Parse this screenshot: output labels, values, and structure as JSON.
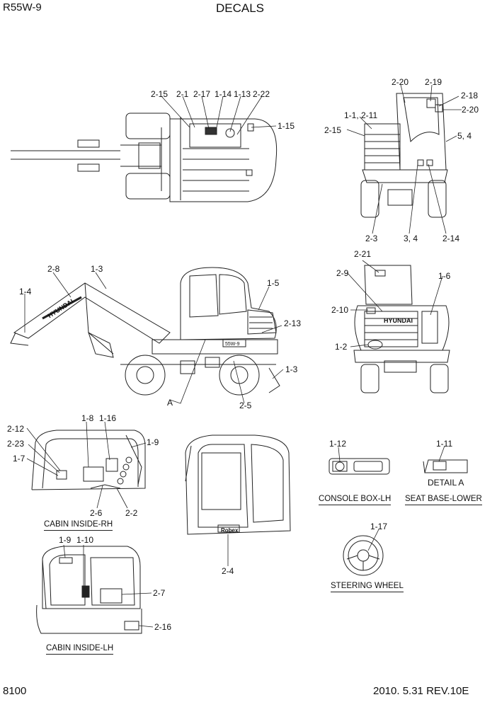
{
  "header": {
    "model": "R55W-9",
    "title": "DECALS"
  },
  "footer": {
    "page": "8100",
    "date_rev": "2010. 5.31  REV.10E"
  },
  "views": {
    "top": {
      "callouts": [
        "2-15",
        "2-1",
        "2-17",
        "1-14",
        "1-13",
        "2-22",
        "1-15"
      ]
    },
    "rear": {
      "callouts": [
        "2-20",
        "2-19",
        "2-18",
        "2-20",
        "1-1, 2-11",
        "2-15",
        "5, 4",
        "2-3",
        "3, 4",
        "2-14"
      ]
    },
    "side": {
      "callouts": [
        "2-8",
        "1-3",
        "1-4",
        "1-5",
        "2-13",
        "1-3",
        "A",
        "2-5"
      ]
    },
    "front": {
      "callouts": [
        "2-21",
        "2-9",
        "1-6",
        "2-10",
        "1-2"
      ]
    },
    "cabin_rh": {
      "caption": "CABIN INSIDE-RH",
      "callouts": [
        "2-12",
        "2-23",
        "1-7",
        "1-8",
        "1-16",
        "1-9",
        "2-6",
        "2-2"
      ]
    },
    "cabin_door": {
      "callouts": [
        "2-4"
      ]
    },
    "cabin_lh": {
      "caption": "CABIN INSIDE-LH",
      "callouts": [
        "1-9",
        "1-10",
        "2-7",
        "2-16"
      ]
    },
    "console": {
      "caption": "CONSOLE BOX-LH",
      "callouts": [
        "1-12"
      ]
    },
    "seat": {
      "caption": "SEAT BASE-LOWER",
      "detail": "DETAIL A",
      "callouts": [
        "1-11"
      ]
    },
    "steering": {
      "caption": "STEERING WHEEL",
      "callouts": [
        "1-17"
      ]
    }
  },
  "brand": {
    "boom_text": "HYUNDAI",
    "front_text": "HYUNDAI",
    "cab_logo": "Robex",
    "model_badge": "55W-9"
  }
}
